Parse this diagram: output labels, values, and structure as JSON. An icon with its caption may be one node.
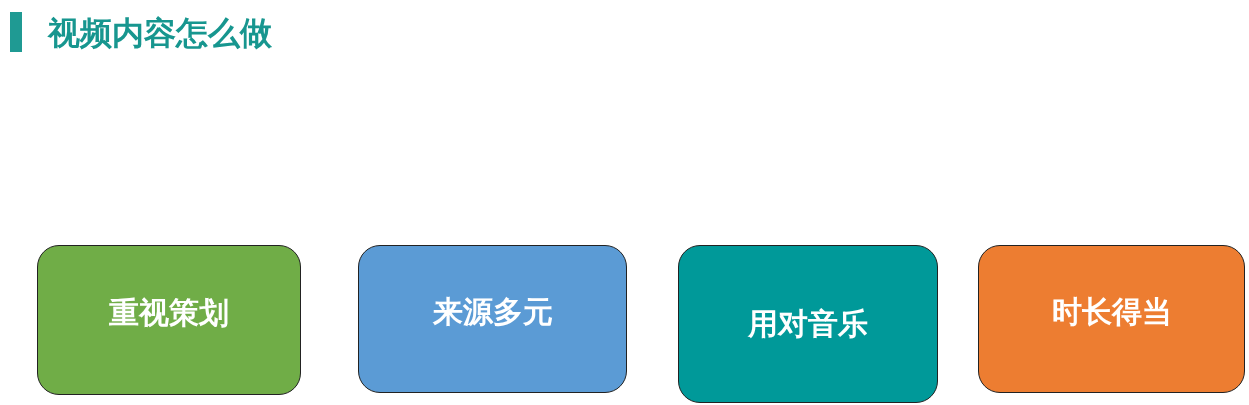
{
  "diagram": {
    "title": "视频内容怎么做",
    "nodes": [
      {
        "text": [
          "重视策划"
        ]
      },
      {
        "text": [
          "来源多元"
        ]
      },
      {
        "text": [
          "用对音乐"
        ]
      },
      {
        "text": [
          "时长得当"
        ]
      }
    ]
  }
}
